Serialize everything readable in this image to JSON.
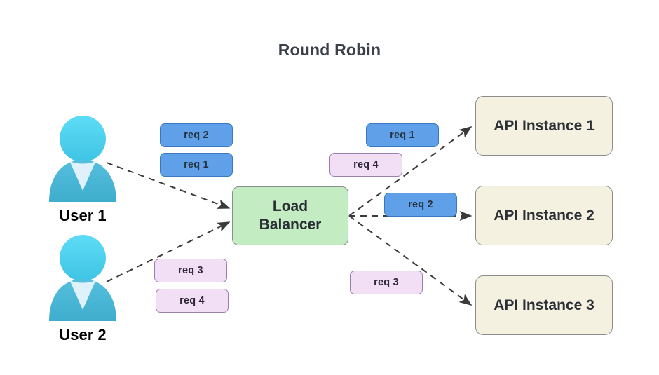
{
  "diagram": {
    "title": "Round Robin",
    "background_color": "#ffffff",
    "title_color": "#3a3f48"
  },
  "colors": {
    "chip_blue_fill": "#5fa0e8",
    "chip_blue_border": "#3b78c4",
    "chip_purple_fill": "#f2dff6",
    "chip_purple_border": "#9b7fae",
    "load_balancer_fill": "#c3ecc3",
    "api_instance_fill": "#f4f1e0",
    "node_border": "#8c8c8c",
    "arrow_color": "#3a3a3a",
    "user_head": "#4fd2f0",
    "user_body": "#49b6d6",
    "user_collar": "#dff2fb"
  },
  "users": [
    {
      "id": "user-1",
      "label": "User 1"
    },
    {
      "id": "user-2",
      "label": "User 2"
    }
  ],
  "incoming_requests": {
    "user_1": [
      {
        "label": "req 2",
        "style": "blue"
      },
      {
        "label": "req 1",
        "style": "blue"
      }
    ],
    "user_2": [
      {
        "label": "req 3",
        "style": "purple"
      },
      {
        "label": "req 4",
        "style": "purple"
      }
    ]
  },
  "load_balancer": {
    "label_line_1": "Load",
    "label_line_2": "Balancer"
  },
  "outgoing_requests": [
    {
      "label": "req 1",
      "style": "blue",
      "target": "API Instance 1"
    },
    {
      "label": "req 4",
      "style": "purple",
      "target": "API Instance 1"
    },
    {
      "label": "req 2",
      "style": "blue",
      "target": "API Instance 2"
    },
    {
      "label": "req 3",
      "style": "purple",
      "target": "API Instance 3"
    }
  ],
  "api_instances": [
    {
      "label": "API Instance 1"
    },
    {
      "label": "API Instance 2"
    },
    {
      "label": "API Instance 3"
    }
  ],
  "edges": [
    {
      "from": "User 1",
      "to": "Load Balancer",
      "style": "dashed"
    },
    {
      "from": "User 2",
      "to": "Load Balancer",
      "style": "dashed"
    },
    {
      "from": "Load Balancer",
      "to": "API Instance 1",
      "style": "dashed"
    },
    {
      "from": "Load Balancer",
      "to": "API Instance 2",
      "style": "dashed"
    },
    {
      "from": "Load Balancer",
      "to": "API Instance 3",
      "style": "dashed"
    }
  ]
}
